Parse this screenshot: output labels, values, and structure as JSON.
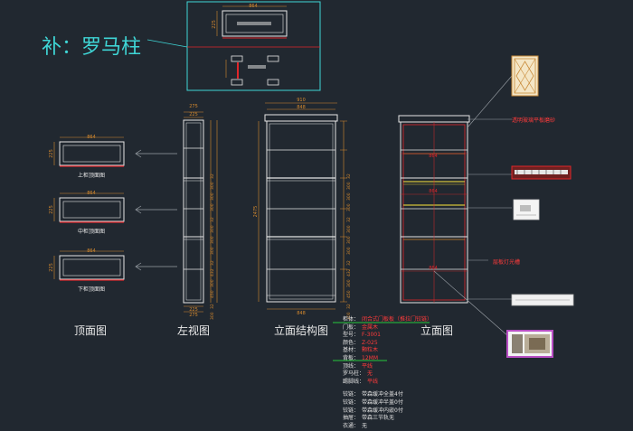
{
  "supplement_title": "补：罗马柱",
  "view_titles": {
    "top": "顶面图",
    "left": "左视图",
    "structure": "立面结构图",
    "elevation": "立面图"
  },
  "top_view_labels": {
    "upper": "上柜顶面图",
    "middle": "中柜顶面图",
    "lower": "下柜顶面图"
  },
  "elevation_callouts": {
    "glass": "透明玻璃平板磨砂",
    "light": "层板灯光槽"
  },
  "spec_rows": [
    {
      "key": "柜体：",
      "value": "闭合式门板板（推拉门铰链）"
    },
    {
      "key": "门板：",
      "value": "金属木"
    },
    {
      "key": "型号：",
      "value": "F-3001"
    },
    {
      "key": "颜色：",
      "value": "Z-025"
    },
    {
      "key": "基材：",
      "value": "颗粒木"
    },
    {
      "key": "背板：",
      "value": "12MM"
    },
    {
      "key": "顶线：",
      "value": "平线"
    },
    {
      "key": "罗马柱：",
      "value": "无"
    },
    {
      "key": "踢脚线：",
      "value": "平线"
    }
  ],
  "hardware_rows": [
    {
      "key": "铰链：",
      "value": "带森缓冲全盖4付"
    },
    {
      "key": "铰链：",
      "value": "带森缓冲半盖0付"
    },
    {
      "key": "铰链：",
      "value": "带森缓冲内嵌0付"
    },
    {
      "key": "抽屉：",
      "value": "带森三节轨无"
    },
    {
      "key": "衣通：",
      "value": "无"
    }
  ],
  "dimensions": {
    "top_width": "864",
    "box_depth": "225",
    "left_total": "275",
    "left_top": "225",
    "left_bottom": "225",
    "structure_top": "910",
    "structure_inner": "848",
    "structure_bottom": "848",
    "structure_height": "2475",
    "inset_width": "864",
    "inset_depth": "225",
    "right_segments": [
      "32",
      "300",
      "300",
      "300",
      "32",
      "300",
      "300",
      "300",
      "32",
      "432",
      "300",
      "450",
      "32",
      "300"
    ],
    "elevation_dim": "864"
  },
  "colors": {
    "background": "#212830",
    "line": "#e6e6e6",
    "orange": "#d68a2e",
    "red": "#e0262a",
    "yellow": "#d4c23a",
    "cyan": "#3fd6d6",
    "green": "#26c93b",
    "magenta": "#b94fc4"
  }
}
